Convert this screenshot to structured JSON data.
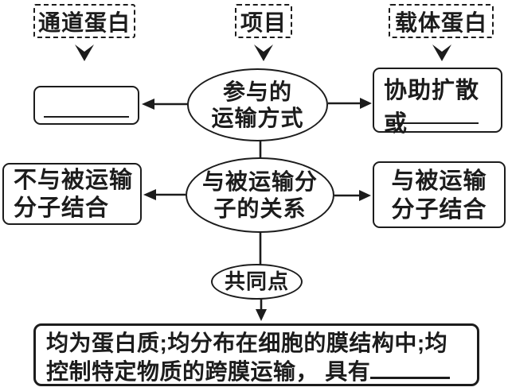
{
  "colors": {
    "ink": "#1c1c1c",
    "paper": "#ffffff"
  },
  "top_row": {
    "channel_protein_label": "通道蛋白",
    "item_label": "项目",
    "carrier_protein_label": "载体蛋白"
  },
  "transport_mode_row": {
    "ellipse_line1": "参与的",
    "ellipse_line2": "运输方式",
    "channel_answer_blank": "",
    "carrier_box_text": "协助扩散或",
    "carrier_answer_blank": ""
  },
  "relation_row": {
    "ellipse_line1": "与被运输分",
    "ellipse_line2": "子的关系",
    "channel_box_line1": "不与被运输",
    "channel_box_line2": "分子结合",
    "carrier_box_line1": "与被运输",
    "carrier_box_line2": "分子结合"
  },
  "common_row": {
    "ellipse_label": "共同点",
    "summary_line1": "均为蛋白质;均分布在细胞的膜结构中;均",
    "summary_line2_text": "控制特定物质的跨膜运输， 具有",
    "summary_answer_blank": ""
  }
}
